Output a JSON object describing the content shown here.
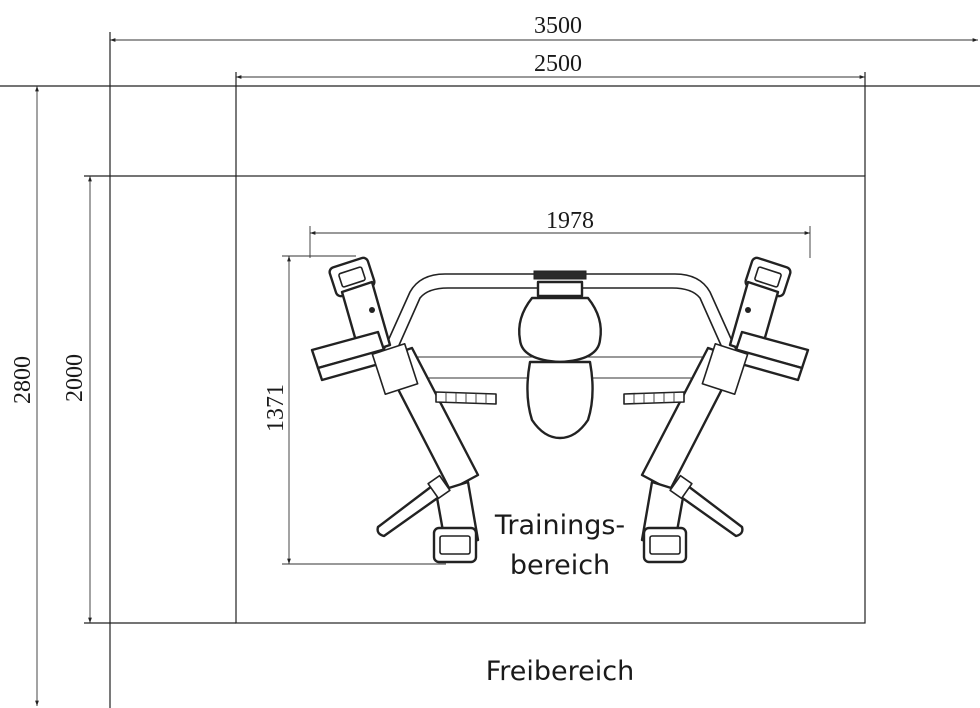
{
  "dimensions": {
    "outer_width": "3500",
    "inner_width": "2500",
    "machine_width": "1978",
    "outer_height": "2800",
    "inner_height": "2000",
    "machine_depth": "1371"
  },
  "zones": {
    "training_line1": "Trainings-",
    "training_line2": "bereich",
    "free_area": "Freibereich"
  },
  "colors": {
    "line": "#222222",
    "background": "#ffffff"
  }
}
